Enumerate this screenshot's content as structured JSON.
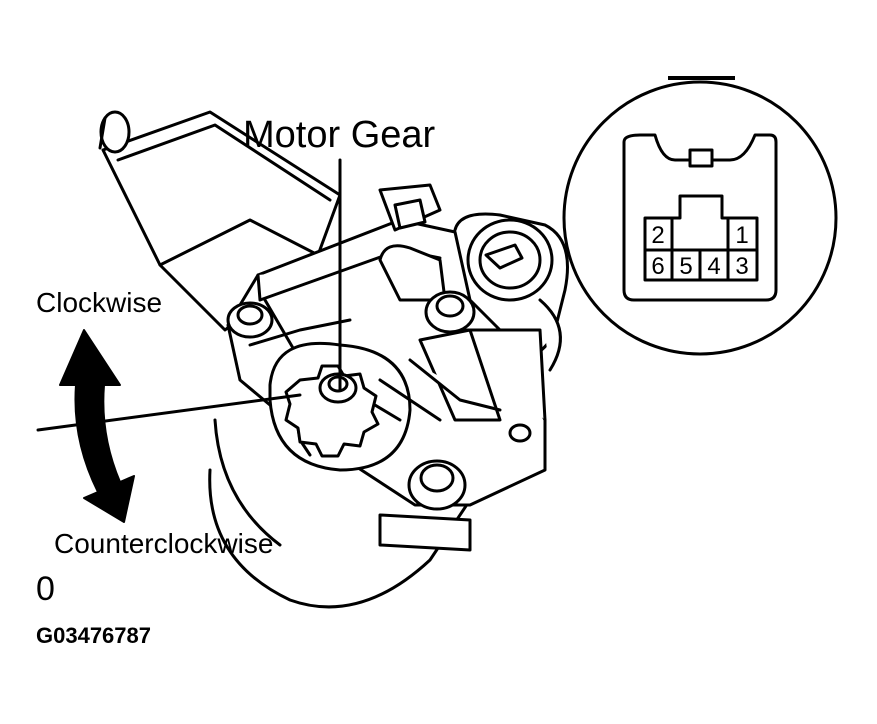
{
  "labels": {
    "motor_gear": "Motor Gear",
    "clockwise": "Clockwise",
    "counterclockwise": "Counterclockwise",
    "zero": "0",
    "figure_code": "G03476787"
  },
  "connector": {
    "pins": [
      "1",
      "2",
      "3",
      "4",
      "5",
      "6"
    ]
  },
  "colors": {
    "line": "#000000",
    "fill": "#ffffff",
    "shade": "#000000"
  }
}
